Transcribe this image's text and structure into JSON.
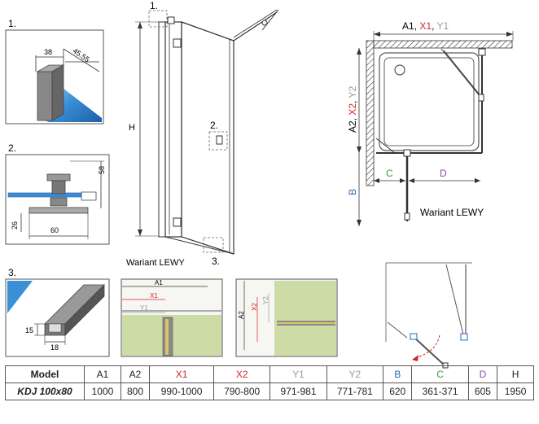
{
  "details": {
    "d1": {
      "num": "1.",
      "dim_a": "38",
      "dim_b": "45.55"
    },
    "d2": {
      "num": "2.",
      "dim_h": "58",
      "dim_left": "26",
      "dim_w": "60"
    },
    "d3": {
      "num": "3.",
      "dim_h": "15",
      "dim_w": "18"
    }
  },
  "front_view": {
    "call1": "1.",
    "call2": "2.",
    "call3": "3.",
    "h_label": "H",
    "variant": "Wariant LEWY"
  },
  "plan_view": {
    "a1": "A1",
    "x1": "X1",
    "y1": "Y1",
    "sep": ",",
    "a2": "A2",
    "x2": "X2",
    "y2": "Y2",
    "b": "B",
    "c": "C",
    "d": "D",
    "variant": "Wariant LEWY"
  },
  "photo_dims": {
    "a1": "A1",
    "x1": "X1",
    "y1": "Y1",
    "a2": "A2",
    "x2": "X2",
    "y2": "Y2"
  },
  "table": {
    "headers": [
      "Model",
      "A1",
      "A2",
      "X1",
      "X2",
      "Y1",
      "Y2",
      "B",
      "C",
      "D",
      "H"
    ],
    "rows": [
      [
        "KDJ 100x80",
        "1000",
        "800",
        "990-1000",
        "790-800",
        "971-981",
        "771-781",
        "620",
        "361-371",
        "605",
        "1950"
      ]
    ]
  },
  "colors": {
    "red": "#d4262a",
    "gray": "#9a9a9a",
    "blue": "#2a6ab0",
    "green": "#3c9a3c",
    "purple": "#8a4fa6",
    "glass": "#3a8fd6"
  }
}
